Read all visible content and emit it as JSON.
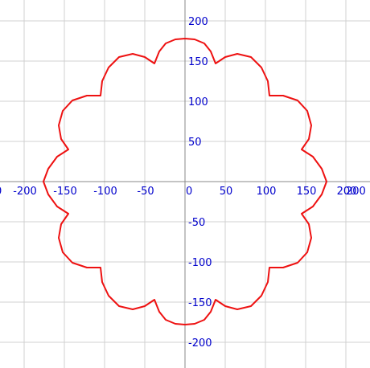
{
  "chart_data": {
    "type": "line",
    "title": "",
    "xlabel": "",
    "ylabel": "",
    "xlim": [
      -230,
      230
    ],
    "ylim": [
      -232,
      226
    ],
    "grid": true,
    "x_ticks": [
      -200,
      -150,
      -100,
      -50,
      0,
      50,
      100,
      150,
      200
    ],
    "y_ticks": [
      -200,
      -150,
      -100,
      -50,
      50,
      100,
      150,
      200
    ],
    "x_tick_labels": [
      "-200",
      "-150",
      "-100",
      "-50",
      "0",
      "50",
      "100",
      "150",
      "200"
    ],
    "y_tick_labels": [
      "-200",
      "-150",
      "-100",
      "-50",
      "50",
      "100",
      "150",
      "200"
    ],
    "edge_x_tick_labels": [
      "0",
      "200"
    ],
    "series": [
      {
        "points": [
          [
            0,
            178
          ],
          [
            12,
            177
          ],
          [
            24,
            172
          ],
          [
            32,
            162
          ],
          [
            38,
            147
          ],
          [
            50,
            155
          ],
          [
            65,
            159
          ],
          [
            82,
            155
          ],
          [
            95,
            142
          ],
          [
            103,
            125
          ],
          [
            105,
            107
          ],
          [
            122,
            107
          ],
          [
            140,
            101
          ],
          [
            152,
            88
          ],
          [
            157,
            70
          ],
          [
            154,
            53
          ],
          [
            145,
            40
          ],
          [
            159,
            31
          ],
          [
            170,
            16
          ],
          [
            176,
            0
          ],
          [
            170,
            -16
          ],
          [
            159,
            -31
          ],
          [
            145,
            -40
          ],
          [
            154,
            -53
          ],
          [
            157,
            -70
          ],
          [
            152,
            -88
          ],
          [
            140,
            -101
          ],
          [
            122,
            -107
          ],
          [
            105,
            -107
          ],
          [
            103,
            -125
          ],
          [
            95,
            -142
          ],
          [
            82,
            -155
          ],
          [
            65,
            -159
          ],
          [
            50,
            -155
          ],
          [
            38,
            -147
          ],
          [
            32,
            -162
          ],
          [
            24,
            -172
          ],
          [
            12,
            -177
          ],
          [
            0,
            -178
          ],
          [
            -12,
            -177
          ],
          [
            -24,
            -172
          ],
          [
            -32,
            -162
          ],
          [
            -38,
            -147
          ],
          [
            -50,
            -155
          ],
          [
            -65,
            -159
          ],
          [
            -82,
            -155
          ],
          [
            -95,
            -142
          ],
          [
            -103,
            -125
          ],
          [
            -105,
            -107
          ],
          [
            -122,
            -107
          ],
          [
            -140,
            -101
          ],
          [
            -152,
            -88
          ],
          [
            -157,
            -70
          ],
          [
            -154,
            -53
          ],
          [
            -145,
            -40
          ],
          [
            -159,
            -31
          ],
          [
            -170,
            -16
          ],
          [
            -176,
            0
          ],
          [
            -170,
            16
          ],
          [
            -159,
            31
          ],
          [
            -145,
            40
          ],
          [
            -154,
            53
          ],
          [
            -157,
            70
          ],
          [
            -152,
            88
          ],
          [
            -140,
            101
          ],
          [
            -122,
            107
          ],
          [
            -105,
            107
          ],
          [
            -103,
            125
          ],
          [
            -95,
            142
          ],
          [
            -82,
            155
          ],
          [
            -65,
            159
          ],
          [
            -50,
            155
          ],
          [
            -38,
            147
          ],
          [
            -32,
            162
          ],
          [
            -24,
            172
          ],
          [
            -12,
            177
          ],
          [
            0,
            178
          ]
        ]
      }
    ]
  },
  "colors": {
    "curve": "#ee1111",
    "axis": "#888888",
    "grid": "#d0d0d0",
    "tick_label": "#0000cc",
    "background": "#ffffff"
  }
}
